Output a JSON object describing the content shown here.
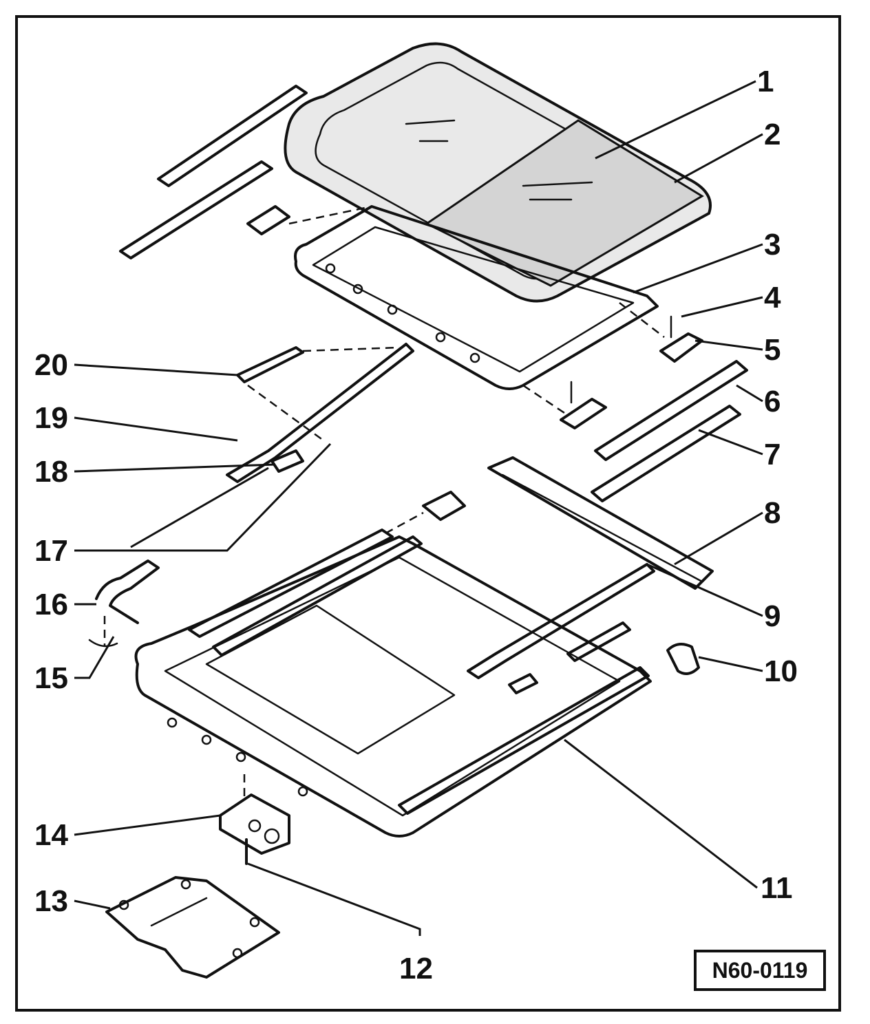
{
  "diagram": {
    "reference_code": "N60-0119",
    "callouts": [
      {
        "id": "1",
        "label": "1"
      },
      {
        "id": "2",
        "label": "2"
      },
      {
        "id": "3",
        "label": "3"
      },
      {
        "id": "4",
        "label": "4"
      },
      {
        "id": "5",
        "label": "5"
      },
      {
        "id": "6",
        "label": "6"
      },
      {
        "id": "7",
        "label": "7"
      },
      {
        "id": "8",
        "label": "8"
      },
      {
        "id": "9",
        "label": "9"
      },
      {
        "id": "10",
        "label": "10"
      },
      {
        "id": "11",
        "label": "11"
      },
      {
        "id": "12",
        "label": "12"
      },
      {
        "id": "13",
        "label": "13"
      },
      {
        "id": "14",
        "label": "14"
      },
      {
        "id": "15",
        "label": "15"
      },
      {
        "id": "16",
        "label": "16"
      },
      {
        "id": "17",
        "label": "17"
      },
      {
        "id": "18",
        "label": "18"
      },
      {
        "id": "19",
        "label": "19"
      },
      {
        "id": "20",
        "label": "20"
      }
    ]
  }
}
